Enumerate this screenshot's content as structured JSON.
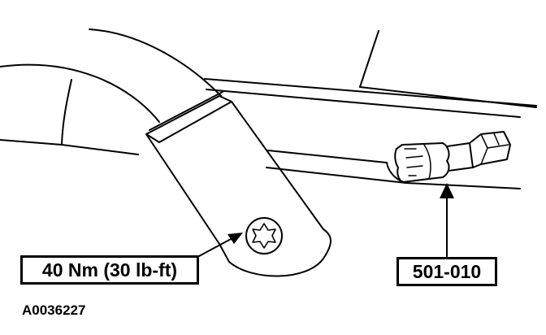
{
  "callouts": {
    "torque_spec": "40 Nm (30 lb-ft)",
    "tool_number": "501-010"
  },
  "figure": {
    "id": "A0036227"
  },
  "colors": {
    "line": "#000000",
    "background": "#ffffff"
  }
}
